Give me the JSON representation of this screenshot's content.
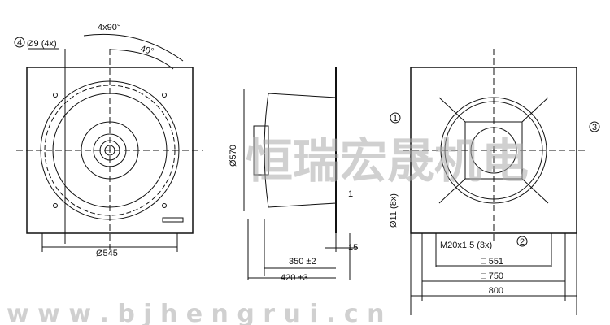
{
  "left_view": {
    "hole_callout_num": "4",
    "hole_label": "Ø9 (4x)",
    "angle_total": "4x90°",
    "angle_offset": "40°",
    "diameter": "Ø545"
  },
  "side_view": {
    "diameter": "Ø570",
    "gap": "1",
    "flange": "15",
    "depth1": "350 ±2",
    "depth2": "420 ±3"
  },
  "right_view": {
    "callout1": "1",
    "callout2": "2",
    "callout3": "3",
    "hole_label": "Ø11 (8x)",
    "thread": "M20x1.5 (3x)",
    "dim1": "□ 551",
    "dim2": "□ 750",
    "dim3": "□ 800"
  },
  "watermark": {
    "chinese": "恒瑞宏晟机电",
    "url": "w w w . b j h e n g r u i . c n"
  }
}
